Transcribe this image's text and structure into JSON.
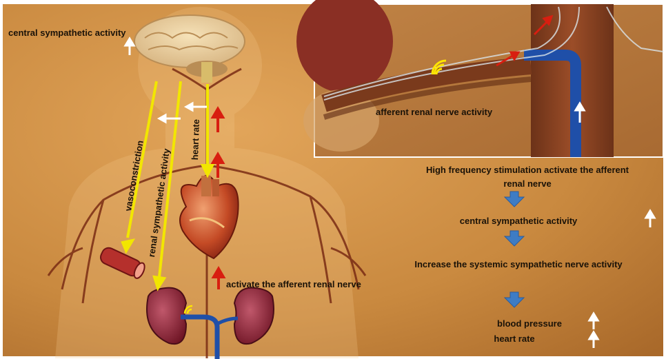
{
  "labels": {
    "central_sympathetic_top": "central sympathetic activity",
    "vasoconstriction": "vasoconstriction",
    "renal_sympathetic": "renal sympathetic activity",
    "heart_rate_vertical": "heart rate",
    "activate_afferent": "activate the afferent renal nerve",
    "afferent_renal_nerve_activity": "afferent renal nerve activity"
  },
  "flow": {
    "step1_line1": "High frequency stimulation activate the afferent",
    "step1_line2": "renal nerve",
    "step2": "central sympathetic activity",
    "step3": "Increase the systemic sympathetic nerve activity",
    "step4_line1": "blood pressure",
    "step4_line2": "heart rate"
  },
  "colors": {
    "background": "#c98a3e",
    "yellow_arrow": "#f2e600",
    "red_arrow": "#d81e10",
    "white_arrow": "#ffffff",
    "flow_arrow": "#3e7cc4",
    "vessel_blue": "#1f4fa8"
  },
  "icons": [
    "brain",
    "heart",
    "kidney-left",
    "kidney-right",
    "artery-segment",
    "signal-waves",
    "up-arrow-white",
    "down-arrow-blue"
  ]
}
